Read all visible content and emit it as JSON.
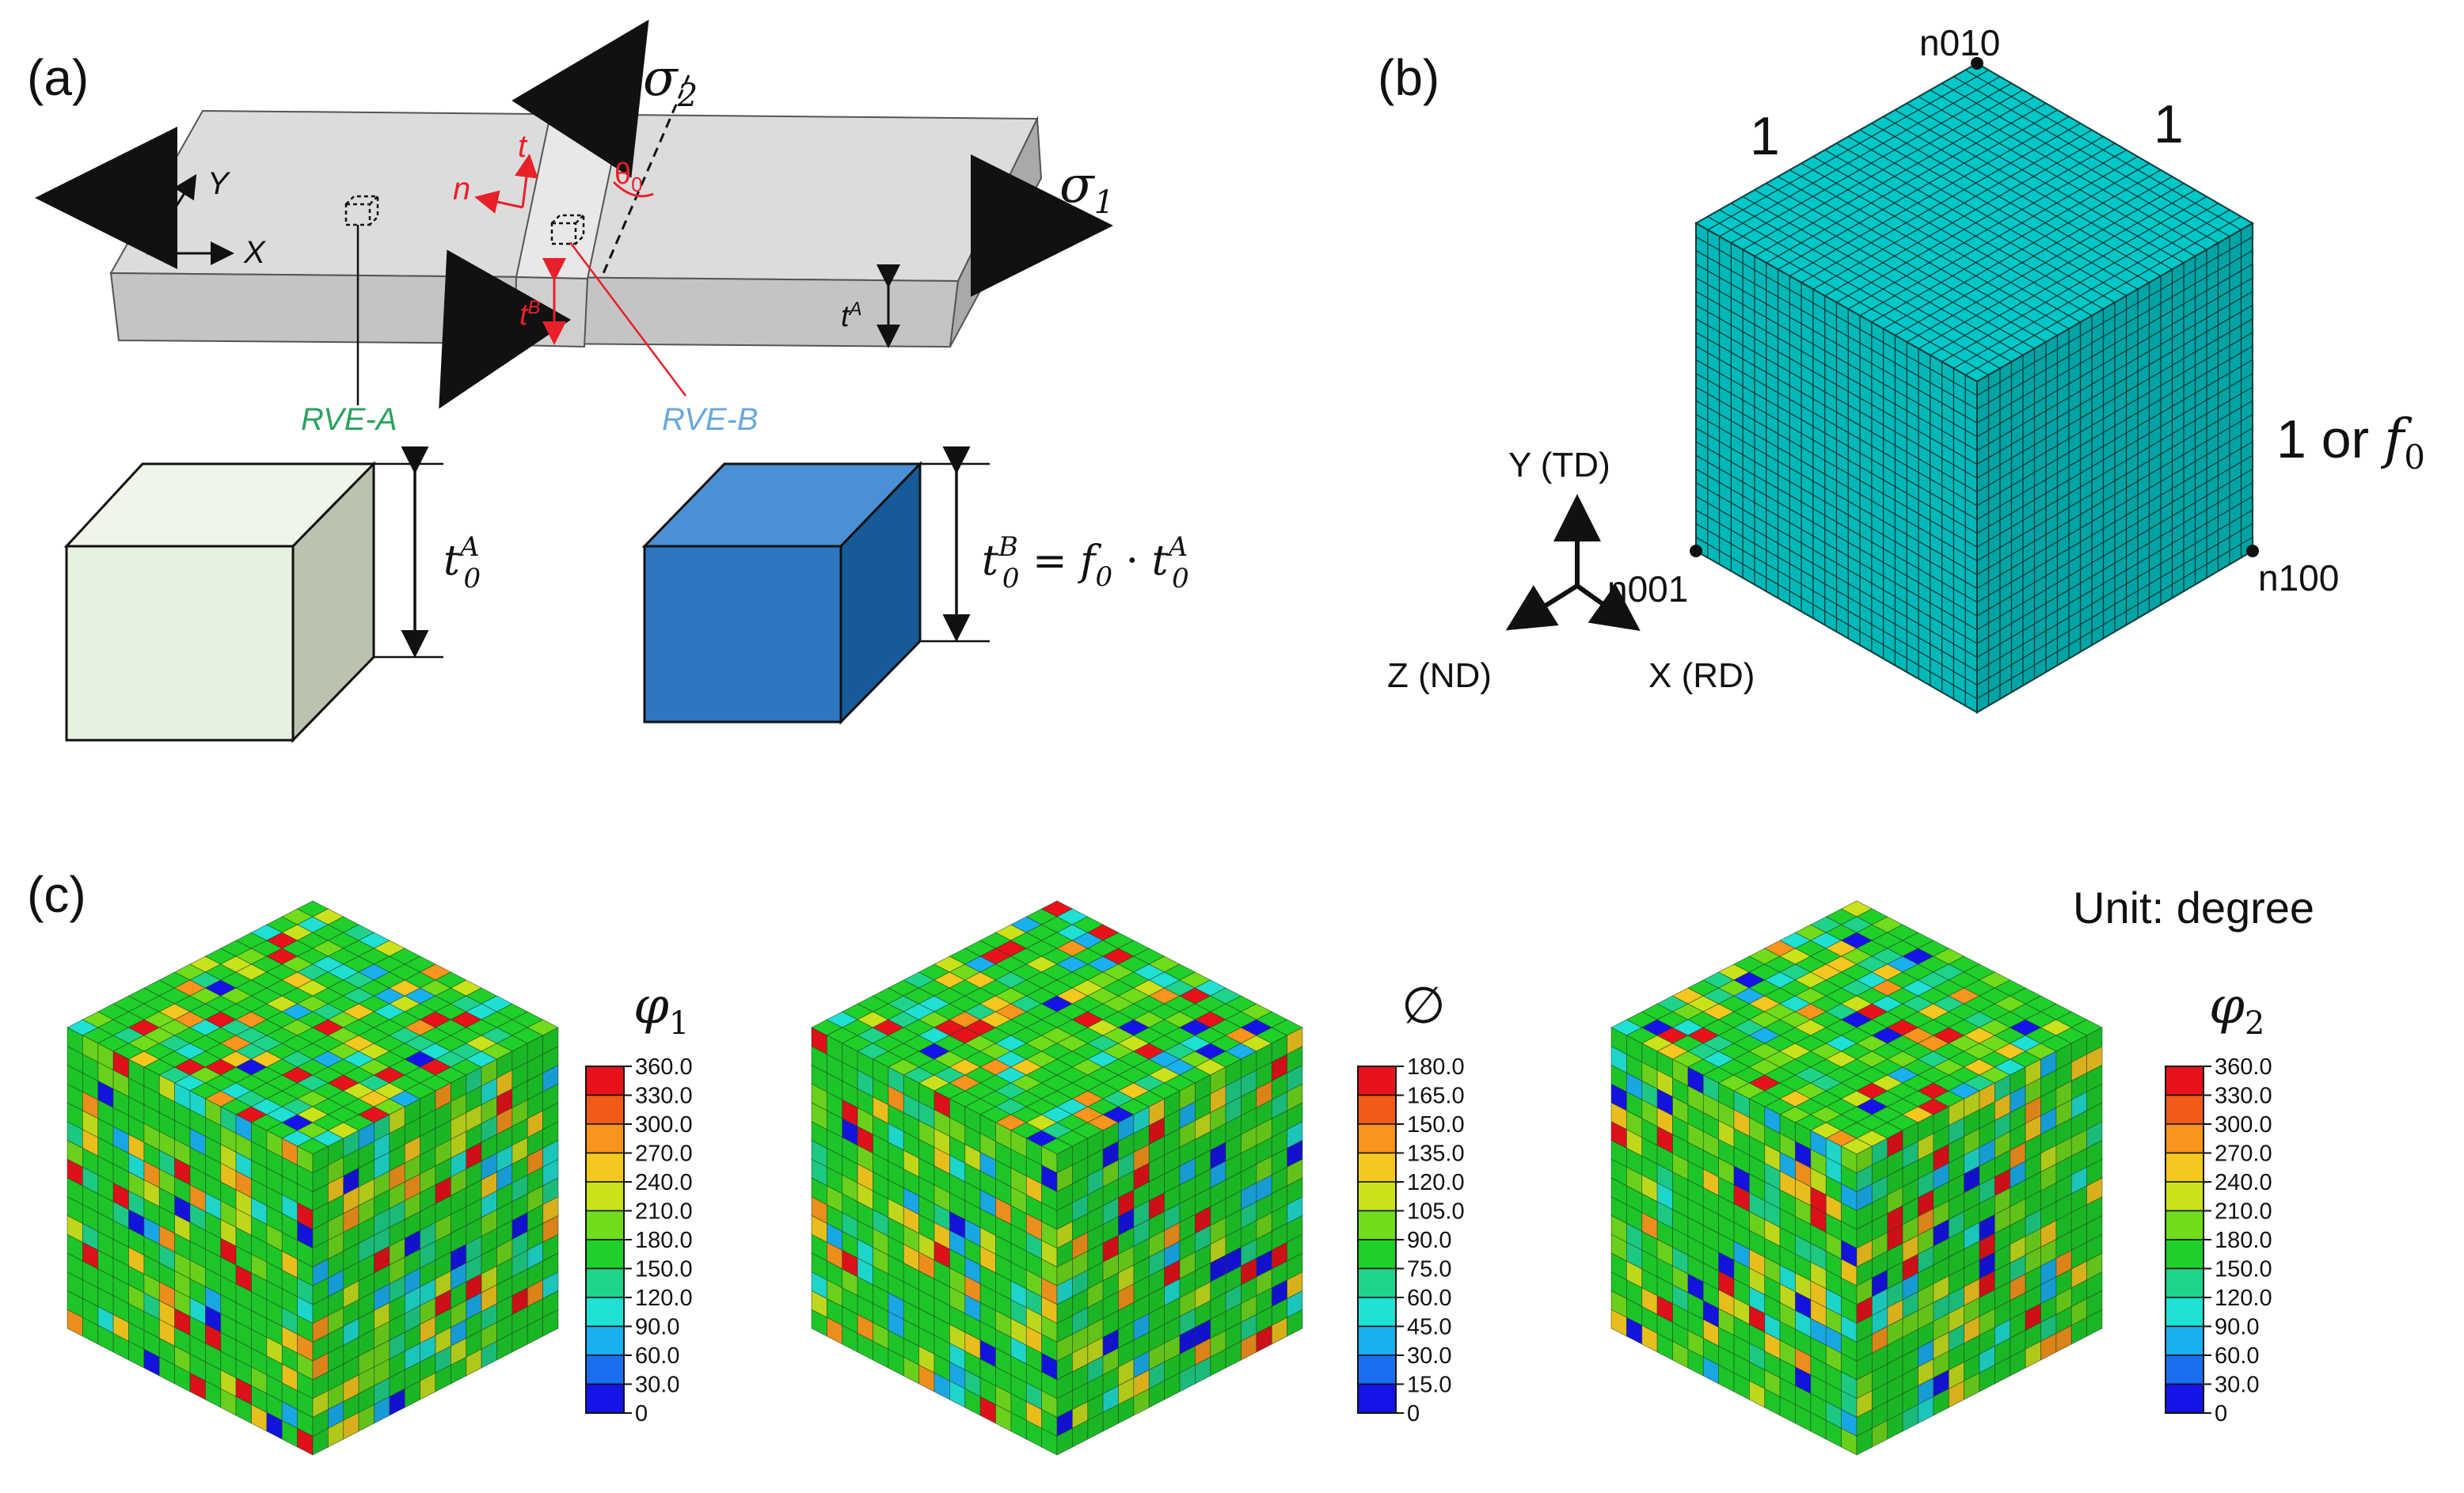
{
  "panels": {
    "a": {
      "label": "(a)",
      "sigma1": "σ",
      "sigma1_sub": "1",
      "sigma2": "σ",
      "sigma2_sub": "2",
      "axis_y": "Y",
      "axis_x": "X",
      "n": "n",
      "t": "t",
      "theta": "θ",
      "theta_sub": "0",
      "tA": "t",
      "tA_sup": "A",
      "tB": "t",
      "tB_sup": "B",
      "rve_a": "RVE-A",
      "rve_b": "RVE-B",
      "rve_a_dim": "t",
      "rve_a_dim_sup": "A",
      "rve_a_dim_sub": "0",
      "rve_b_dim_lhs": "t",
      "rve_b_dim_lhs_sup": "B",
      "rve_b_dim_lhs_sub": "0",
      "rve_b_dim_eq": " = ",
      "rve_b_dim_f": "f",
      "rve_b_dim_f_sub": "0",
      "rve_b_dim_dot": " · ",
      "rve_b_dim_t": "t",
      "rve_b_dim_t_sup": "A",
      "rve_b_dim_t_sub": "0",
      "colors": {
        "rve_a": "#e6f1df",
        "rve_b": "#2e77c0",
        "red": "#e8202a",
        "green_label": "#2ca25f",
        "blue_label": "#6aa8dd"
      }
    },
    "b": {
      "label": "(b)",
      "edge_left": "1",
      "edge_right": "1",
      "edge_side": "1 or ",
      "edge_side_f": "f",
      "edge_side_f_sub": "0",
      "node_top": "n010",
      "node_left": "n001",
      "node_right": "n100",
      "axis_y": "Y (TD)",
      "axis_z": "Z (ND)",
      "axis_x": "X (RD)",
      "colors": {
        "mesh": "#00c8c8",
        "grid": "#0b3d3d"
      }
    },
    "c": {
      "label": "(c)",
      "unit": "Unit: degree",
      "legends": [
        {
          "title": "φ",
          "title_sub": "1",
          "ticks": [
            "360.0",
            "330.0",
            "300.0",
            "270.0",
            "240.0",
            "210.0",
            "180.0",
            "150.0",
            "120.0",
            "90.0",
            "60.0",
            "30.0",
            "0"
          ]
        },
        {
          "title": "∅",
          "title_sub": "",
          "ticks": [
            "180.0",
            "165.0",
            "150.0",
            "135.0",
            "120.0",
            "105.0",
            "90.0",
            "75.0",
            "60.0",
            "45.0",
            "30.0",
            "15.0",
            "0"
          ]
        },
        {
          "title": "φ",
          "title_sub": "2",
          "ticks": [
            "360.0",
            "330.0",
            "300.0",
            "270.0",
            "240.0",
            "210.0",
            "180.0",
            "150.0",
            "120.0",
            "90.0",
            "60.0",
            "30.0",
            "0"
          ]
        }
      ],
      "colormap": [
        "#e8121b",
        "#f25a18",
        "#f7951c",
        "#f4c81f",
        "#c9e21c",
        "#6fdc1c",
        "#1fcf2a",
        "#1fd38a",
        "#1fe0d2",
        "#1ab0f0",
        "#1a6ff0",
        "#1414e8"
      ]
    }
  }
}
